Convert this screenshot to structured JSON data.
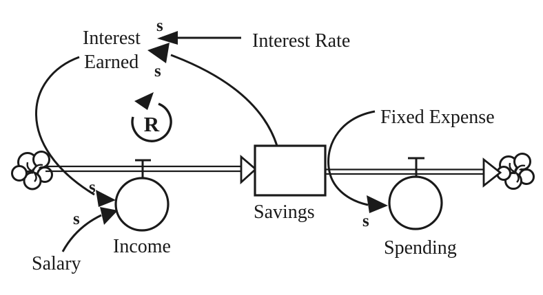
{
  "palette": {
    "ink": "#1a1a1a",
    "paper": "#ffffff"
  },
  "diagram_type": "stock-and-flow causal loop diagram",
  "nodes": {
    "interest_earned_line1": "Interest",
    "interest_earned_line2": "Earned",
    "interest_rate": "Interest Rate",
    "fixed_expense": "Fixed Expense",
    "salary": "Salary",
    "stock_savings": "Savings",
    "flow_income": "Income",
    "flow_spending": "Spending"
  },
  "loop_marker": {
    "label": "R"
  },
  "polarity_marks": {
    "interest_rate_to_interest_earned": "s",
    "savings_to_interest_earned": "s",
    "interest_earned_to_income": "s",
    "salary_to_income": "s",
    "fixed_expense_to_spending": "s"
  }
}
